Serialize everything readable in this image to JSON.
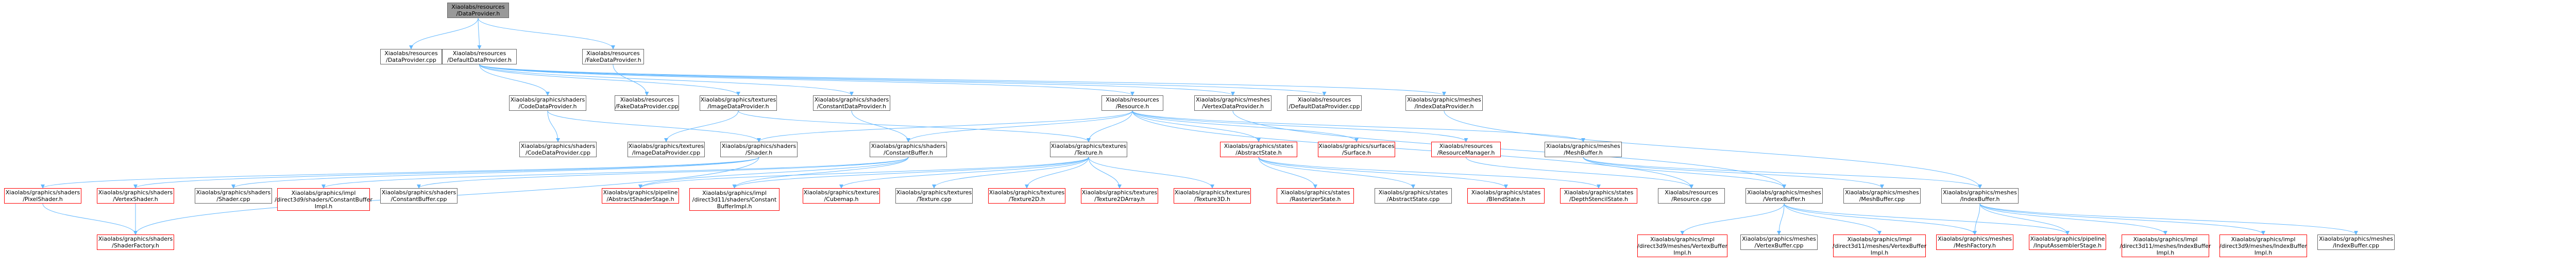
{
  "nodes": [
    {
      "id": "root",
      "label": "Xiaolabs/resources\n/DataProvider.h",
      "style": "root"
    },
    {
      "id": "dp_cpp",
      "label": "Xiaolabs/resources\n/DataProvider.cpp",
      "style": "normal"
    },
    {
      "id": "default_h",
      "label": "Xiaolabs/resources\n/DefaultDataProvider.h",
      "style": "normal"
    },
    {
      "id": "fake_h",
      "label": "Xiaolabs/resources\n/FakeDataProvider.h",
      "style": "normal"
    },
    {
      "id": "fake_cpp",
      "label": "Xiaolabs/resources\n/FakeDataProvider.cpp",
      "style": "normal"
    },
    {
      "id": "code_h",
      "label": "Xiaolabs/graphics/shaders\n/CodeDataProvider.h",
      "style": "normal"
    },
    {
      "id": "image_h",
      "label": "Xiaolabs/graphics/textures\n/ImageDataProvider.h",
      "style": "normal"
    },
    {
      "id": "const_h",
      "label": "Xiaolabs/graphics/shaders\n/ConstantDataProvider.h",
      "style": "normal"
    },
    {
      "id": "resource_h",
      "label": "Xiaolabs/resources\n/Resource.h",
      "style": "normal"
    },
    {
      "id": "vertex_dp_h",
      "label": "Xiaolabs/graphics/meshes\n/VertexDataProvider.h",
      "style": "normal"
    },
    {
      "id": "default_cpp",
      "label": "Xiaolabs/resources\n/DefaultDataProvider.cpp",
      "style": "normal"
    },
    {
      "id": "index_dp_h",
      "label": "Xiaolabs/graphics/meshes\n/IndexDataProvider.h",
      "style": "normal"
    },
    {
      "id": "code_cpp",
      "label": "Xiaolabs/graphics/shaders\n/CodeDataProvider.cpp",
      "style": "normal"
    },
    {
      "id": "image_cpp",
      "label": "Xiaolabs/graphics/textures\n/ImageDataProvider.cpp",
      "style": "normal"
    },
    {
      "id": "shader_h",
      "label": "Xiaolabs/graphics/shaders\n/Shader.h",
      "style": "normal"
    },
    {
      "id": "cbuf_h",
      "label": "Xiaolabs/graphics/shaders\n/ConstantBuffer.h",
      "style": "normal"
    },
    {
      "id": "texture_h",
      "label": "Xiaolabs/graphics/textures\n/Texture.h",
      "style": "normal"
    },
    {
      "id": "abstate_h",
      "label": "Xiaolabs/graphics/states\n/AbstractState.h",
      "style": "red"
    },
    {
      "id": "surface_h",
      "label": "Xiaolabs/graphics/surfaces\n/Surface.h",
      "style": "red"
    },
    {
      "id": "resmgr_h",
      "label": "Xiaolabs/resources\n/ResourceManager.h",
      "style": "red"
    },
    {
      "id": "meshbuf_h",
      "label": "Xiaolabs/graphics/meshes\n/MeshBuffer.h",
      "style": "normal"
    },
    {
      "id": "pixel_h",
      "label": "Xiaolabs/graphics/shaders\n/PixelShader.h",
      "style": "red"
    },
    {
      "id": "vshader_h",
      "label": "Xiaolabs/graphics/shaders\n/VertexShader.h",
      "style": "red"
    },
    {
      "id": "shader_cpp",
      "label": "Xiaolabs/graphics/shaders\n/Shader.cpp",
      "style": "normal"
    },
    {
      "id": "d3d9_cb",
      "label": "Xiaolabs/graphics/impl\n/direct3d9/shaders/ConstantBuffer\nImpl.h",
      "style": "red"
    },
    {
      "id": "cbuf_cpp",
      "label": "Xiaolabs/graphics/shaders\n/ConstantBuffer.cpp",
      "style": "normal"
    },
    {
      "id": "abshader_h",
      "label": "Xiaolabs/graphics/pipeline\n/AbstractShaderStage.h",
      "style": "red"
    },
    {
      "id": "d3d11_cb",
      "label": "Xiaolabs/graphics/impl\n/direct3d11/shaders/Constant\nBufferImpl.h",
      "style": "red"
    },
    {
      "id": "cubemap_h",
      "label": "Xiaolabs/graphics/textures\n/Cubemap.h",
      "style": "red"
    },
    {
      "id": "texture_cpp",
      "label": "Xiaolabs/graphics/textures\n/Texture.cpp",
      "style": "normal"
    },
    {
      "id": "tex2d_h",
      "label": "Xiaolabs/graphics/textures\n/Texture2D.h",
      "style": "red"
    },
    {
      "id": "tex2darr_h",
      "label": "Xiaolabs/graphics/textures\n/Texture2DArray.h",
      "style": "red"
    },
    {
      "id": "tex3d_h",
      "label": "Xiaolabs/graphics/textures\n/Texture3D.h",
      "style": "red"
    },
    {
      "id": "raster_h",
      "label": "Xiaolabs/graphics/states\n/RasterizerState.h",
      "style": "red"
    },
    {
      "id": "abstate_cpp",
      "label": "Xiaolabs/graphics/states\n/AbstractState.cpp",
      "style": "normal"
    },
    {
      "id": "blend_h",
      "label": "Xiaolabs/graphics/states\n/BlendState.h",
      "style": "red"
    },
    {
      "id": "depth_h",
      "label": "Xiaolabs/graphics/states\n/DepthStencilState.h",
      "style": "red"
    },
    {
      "id": "resource_cpp",
      "label": "Xiaolabs/resources\n/Resource.cpp",
      "style": "normal"
    },
    {
      "id": "vbuf_h",
      "label": "Xiaolabs/graphics/meshes\n/VertexBuffer.h",
      "style": "normal"
    },
    {
      "id": "meshbuf_cpp",
      "label": "Xiaolabs/graphics/meshes\n/MeshBuffer.cpp",
      "style": "normal"
    },
    {
      "id": "ibuf_h",
      "label": "Xiaolabs/graphics/meshes\n/IndexBuffer.h",
      "style": "normal"
    },
    {
      "id": "shfactory_h",
      "label": "Xiaolabs/graphics/shaders\n/ShaderFactory.h",
      "style": "red"
    },
    {
      "id": "d3d9_vb",
      "label": "Xiaolabs/graphics/impl\n/direct3d9/meshes/VertexBuffer\nImpl.h",
      "style": "red"
    },
    {
      "id": "vbuf_cpp",
      "label": "Xiaolabs/graphics/meshes\n/VertexBuffer.cpp",
      "style": "normal"
    },
    {
      "id": "d3d11_vb",
      "label": "Xiaolabs/graphics/impl\n/direct3d11/meshes/VertexBuffer\nImpl.h",
      "style": "red"
    },
    {
      "id": "meshfactory_h",
      "label": "Xiaolabs/graphics/meshes\n/MeshFactory.h",
      "style": "red"
    },
    {
      "id": "inputasm_h",
      "label": "Xiaolabs/graphics/pipeline\n/InputAssemblerStage.h",
      "style": "red"
    },
    {
      "id": "d3d11_ib",
      "label": "Xiaolabs/graphics/impl\n/direct3d11/meshes/IndexBuffer\nImpl.h",
      "style": "red"
    },
    {
      "id": "d3d9_ib",
      "label": "Xiaolabs/graphics/impl\n/direct3d9/meshes/IndexBuffer\nImpl.h",
      "style": "red"
    },
    {
      "id": "ibuf_cpp",
      "label": "Xiaolabs/graphics/meshes\n/IndexBuffer.cpp",
      "style": "normal"
    }
  ],
  "edges": [
    [
      "root",
      "dp_cpp"
    ],
    [
      "root",
      "default_h"
    ],
    [
      "root",
      "fake_h"
    ],
    [
      "fake_h",
      "fake_cpp"
    ],
    [
      "default_h",
      "code_h"
    ],
    [
      "default_h",
      "image_h"
    ],
    [
      "default_h",
      "const_h"
    ],
    [
      "default_h",
      "resource_h"
    ],
    [
      "default_h",
      "vertex_dp_h"
    ],
    [
      "default_h",
      "default_cpp"
    ],
    [
      "default_h",
      "index_dp_h"
    ],
    [
      "code_h",
      "code_cpp"
    ],
    [
      "code_h",
      "shader_h"
    ],
    [
      "image_h",
      "image_cpp"
    ],
    [
      "image_h",
      "texture_h"
    ],
    [
      "const_h",
      "cbuf_h"
    ],
    [
      "resource_h",
      "shader_h"
    ],
    [
      "resource_h",
      "cbuf_h"
    ],
    [
      "resource_h",
      "texture_h"
    ],
    [
      "resource_h",
      "abstate_h"
    ],
    [
      "resource_h",
      "surface_h"
    ],
    [
      "resource_h",
      "resmgr_h"
    ],
    [
      "resource_h",
      "meshbuf_h"
    ],
    [
      "resource_h",
      "resource_cpp"
    ],
    [
      "vertex_dp_h",
      "vbuf_h"
    ],
    [
      "index_dp_h",
      "ibuf_h"
    ],
    [
      "shader_h",
      "pixel_h"
    ],
    [
      "shader_h",
      "vshader_h"
    ],
    [
      "shader_h",
      "shader_cpp"
    ],
    [
      "shader_h",
      "shfactory_h"
    ],
    [
      "cbuf_h",
      "d3d9_cb"
    ],
    [
      "cbuf_h",
      "cbuf_cpp"
    ],
    [
      "cbuf_h",
      "abshader_h"
    ],
    [
      "cbuf_h",
      "d3d11_cb"
    ],
    [
      "texture_h",
      "cubemap_h"
    ],
    [
      "texture_h",
      "texture_cpp"
    ],
    [
      "texture_h",
      "tex2d_h"
    ],
    [
      "texture_h",
      "tex2darr_h"
    ],
    [
      "texture_h",
      "tex3d_h"
    ],
    [
      "texture_h",
      "abshader_h"
    ],
    [
      "texture_h",
      "d3d11_cb"
    ],
    [
      "abstate_h",
      "raster_h"
    ],
    [
      "abstate_h",
      "abstate_cpp"
    ],
    [
      "abstate_h",
      "blend_h"
    ],
    [
      "abstate_h",
      "depth_h"
    ],
    [
      "resmgr_h",
      "resource_cpp"
    ],
    [
      "meshbuf_h",
      "vbuf_h"
    ],
    [
      "meshbuf_h",
      "meshbuf_cpp"
    ],
    [
      "meshbuf_h",
      "ibuf_h"
    ],
    [
      "vshader_h",
      "shfactory_h"
    ],
    [
      "pixel_h",
      "shfactory_h"
    ],
    [
      "vbuf_h",
      "d3d9_vb"
    ],
    [
      "vbuf_h",
      "vbuf_cpp"
    ],
    [
      "vbuf_h",
      "d3d11_vb"
    ],
    [
      "vbuf_h",
      "meshfactory_h"
    ],
    [
      "vbuf_h",
      "inputasm_h"
    ],
    [
      "ibuf_h",
      "meshfactory_h"
    ],
    [
      "ibuf_h",
      "inputasm_h"
    ],
    [
      "ibuf_h",
      "d3d11_ib"
    ],
    [
      "ibuf_h",
      "d3d9_ib"
    ],
    [
      "ibuf_h",
      "ibuf_cpp"
    ]
  ],
  "colors": {
    "edge": "#63b8ff",
    "border": "#666666",
    "red_border": "#ff0000",
    "root_fill": "#999999"
  }
}
